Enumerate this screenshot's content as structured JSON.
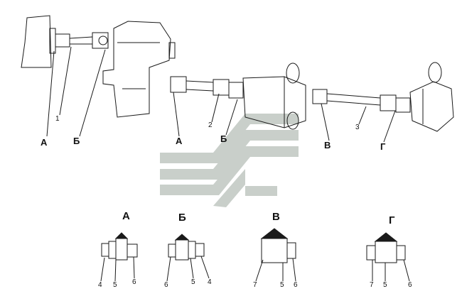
{
  "labels": {
    "main": {
      "a1": "А",
      "b1": "Б",
      "a2": "А",
      "b2": "Б",
      "v": "В",
      "g": "Г"
    },
    "parts": {
      "p1": "1",
      "p2": "2",
      "p3": "3"
    },
    "sections": {
      "a": "А",
      "b": "Б",
      "v": "В",
      "g": "Г"
    },
    "callouts": {
      "a": [
        "4",
        "5",
        "6"
      ],
      "b": [
        "6",
        "5",
        "4"
      ],
      "v": [
        "7",
        "5",
        "6"
      ],
      "g": [
        "7",
        "5",
        "6"
      ]
    }
  },
  "colors": {
    "line": "#1a1a1a",
    "watermark": "#c9cfca"
  }
}
